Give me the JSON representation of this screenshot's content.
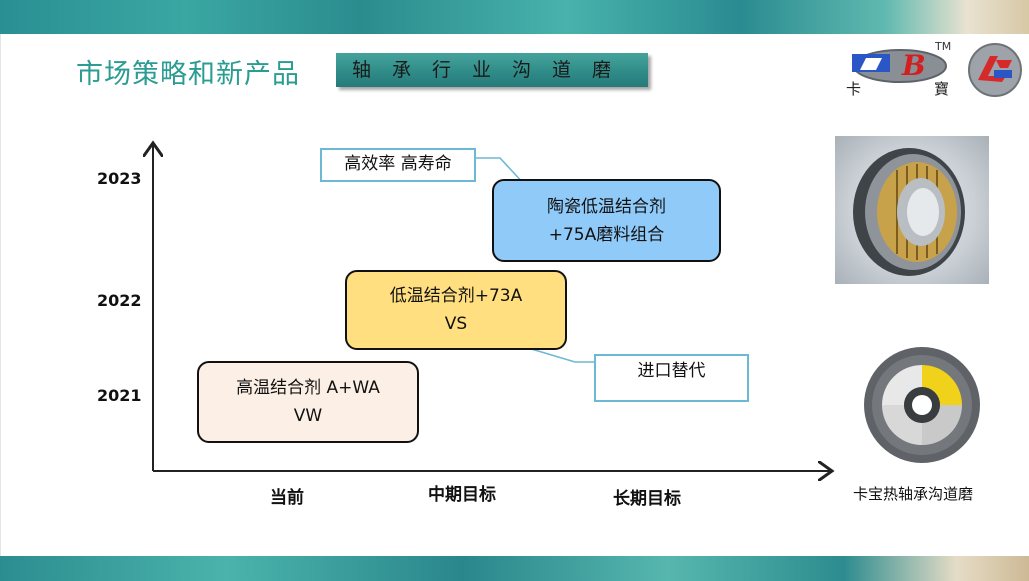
{
  "header": {
    "title": "市场策略和新产品",
    "subtitle": "轴承行业沟道磨"
  },
  "logo": {
    "left_brand_chars": [
      "卡",
      "寶"
    ],
    "tm_mark": "TM"
  },
  "diagram": {
    "y_ticks": [
      "2023",
      "2022",
      "2021"
    ],
    "x_ticks": [
      "当前",
      "中期目标",
      "长期目标"
    ],
    "stages": [
      {
        "line1": "高温结合剂 A+WA",
        "line2": "VW"
      },
      {
        "line1": "低温结合剂+73A",
        "line2": "VS"
      },
      {
        "line1": "陶瓷低温结合剂",
        "line2": "+75A磨料组合"
      }
    ],
    "callouts": [
      "高效率 高寿命",
      "进口替代"
    ]
  },
  "product": {
    "caption": "卡宝热轴承沟道磨"
  },
  "colors": {
    "title": "#2a9c92",
    "box_near": "#fcf0e6",
    "box_mid": "#ffdf7f",
    "box_long": "#8fcaf9",
    "callout_border": "#6db8d4"
  }
}
